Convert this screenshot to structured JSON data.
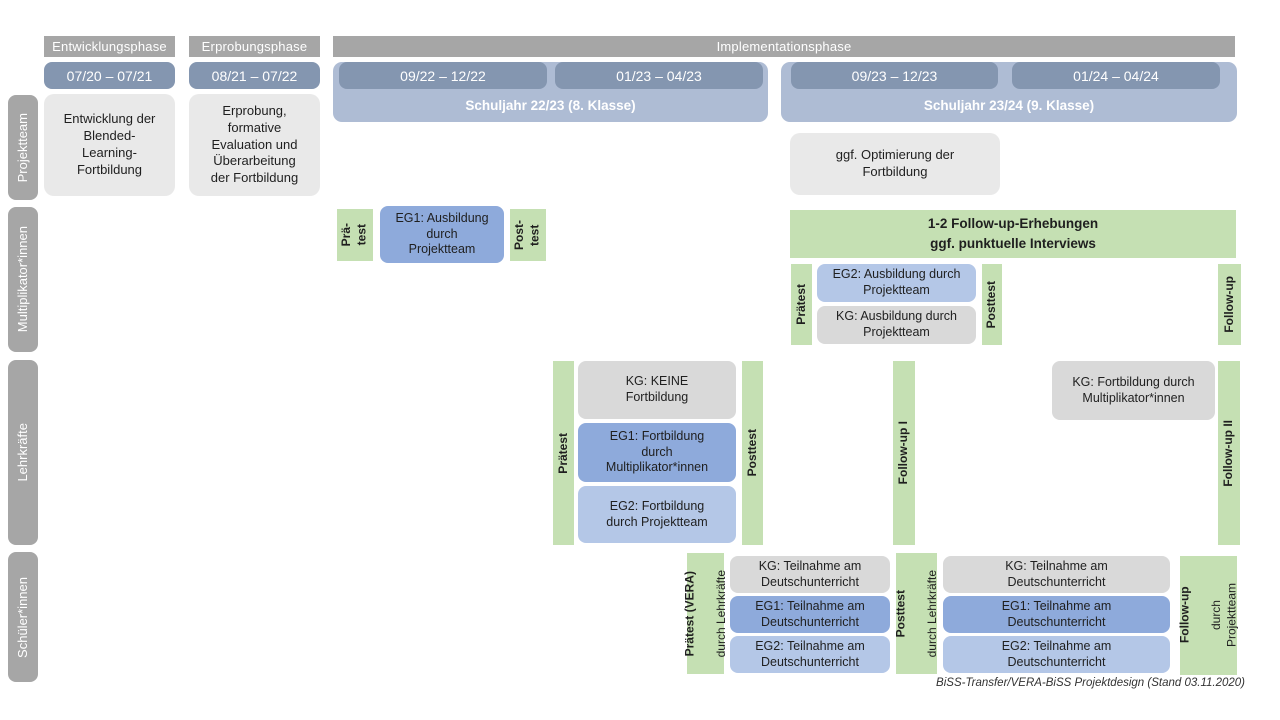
{
  "header": {
    "phases": [
      {
        "label": "Entwicklungsphase",
        "date": "07/20 – 07/21"
      },
      {
        "label": "Erprobungsphase",
        "date": "08/21 – 07/22"
      },
      {
        "label": "Implementationsphase"
      }
    ],
    "schoolyears": [
      {
        "label": "Schuljahr 22/23 (8. Klasse)",
        "dates": [
          "09/22 – 12/22",
          "01/23 – 04/23"
        ]
      },
      {
        "label": "Schuljahr 23/24 (9. Klasse)",
        "dates": [
          "09/23 – 12/23",
          "01/24 – 04/24"
        ]
      }
    ]
  },
  "rows": {
    "projektteam": {
      "label": "Projektteam",
      "entwicklung": "Entwicklung der\nBlended-\nLearning-\nFortbildung",
      "erprobung": "Erprobung,\nformative\nEvaluation und\nÜberarbeitung\nder Fortbildung",
      "optimierung": "ggf. Optimierung der\nFortbildung"
    },
    "multiplikatoren": {
      "label": "Multiplikator*innen",
      "praetest_short": "Prä-\ntest",
      "eg1": "EG1: Ausbildung\ndurch\nProjektteam",
      "posttest_short": "Post-\ntest",
      "followup_box": "1-2 Follow-up-Erhebungen\nggf. punktuelle Interviews",
      "praetest": "Prätest",
      "eg2": "EG2: Ausbildung durch\nProjektteam",
      "kg": "KG: Ausbildung durch\nProjektteam",
      "posttest": "Posttest",
      "followup": "Follow-up"
    },
    "lehrkraefte": {
      "label": "Lehrkräfte",
      "praetest": "Prätest",
      "kg": "KG: KEINE\nFortbildung",
      "eg1": "EG1: Fortbildung\ndurch\nMultiplikator*innen",
      "eg2": "EG2: Fortbildung\ndurch Projektteam",
      "posttest": "Posttest",
      "followup1": "Follow-up I",
      "kg_followup": "KG: Fortbildung durch\nMultiplikator*innen",
      "followup2": "Follow-up II"
    },
    "schueler": {
      "label": "Schüler*innen",
      "praetest_bold": "Prätest (VERA)",
      "praetest_rest": "durch Lehrkräfte",
      "kg1": "KG: Teilnahme am\nDeutschunterricht",
      "eg1_1": "EG1: Teilnahme am\nDeutschunterricht",
      "eg2_1": "EG2: Teilnahme am\nDeutschunterricht",
      "posttest_bold": "Posttest",
      "posttest_rest": "durch Lehrkräfte",
      "kg2": "KG: Teilnahme am\nDeutschunterricht",
      "eg1_2": "EG1: Teilnahme am\nDeutschunterricht",
      "eg2_2": "EG2: Teilnahme am\nDeutschunterricht",
      "followup_bold": "Follow-up",
      "followup_rest": "durch\nProjektteam"
    }
  },
  "caption": "BiSS-Transfer/VERA-BiSS Projektdesign (Stand 03.11.2020)",
  "colors": {
    "phase_header": "#a6a6a6",
    "date_bar": "#8496b0",
    "band": "#aebcd4",
    "box_gray": "#e9e9e9",
    "kg_gray": "#d9d9d9",
    "eg1_blue": "#8eaadb",
    "eg2_blue": "#b4c7e7",
    "green": "#c5e0b3"
  }
}
